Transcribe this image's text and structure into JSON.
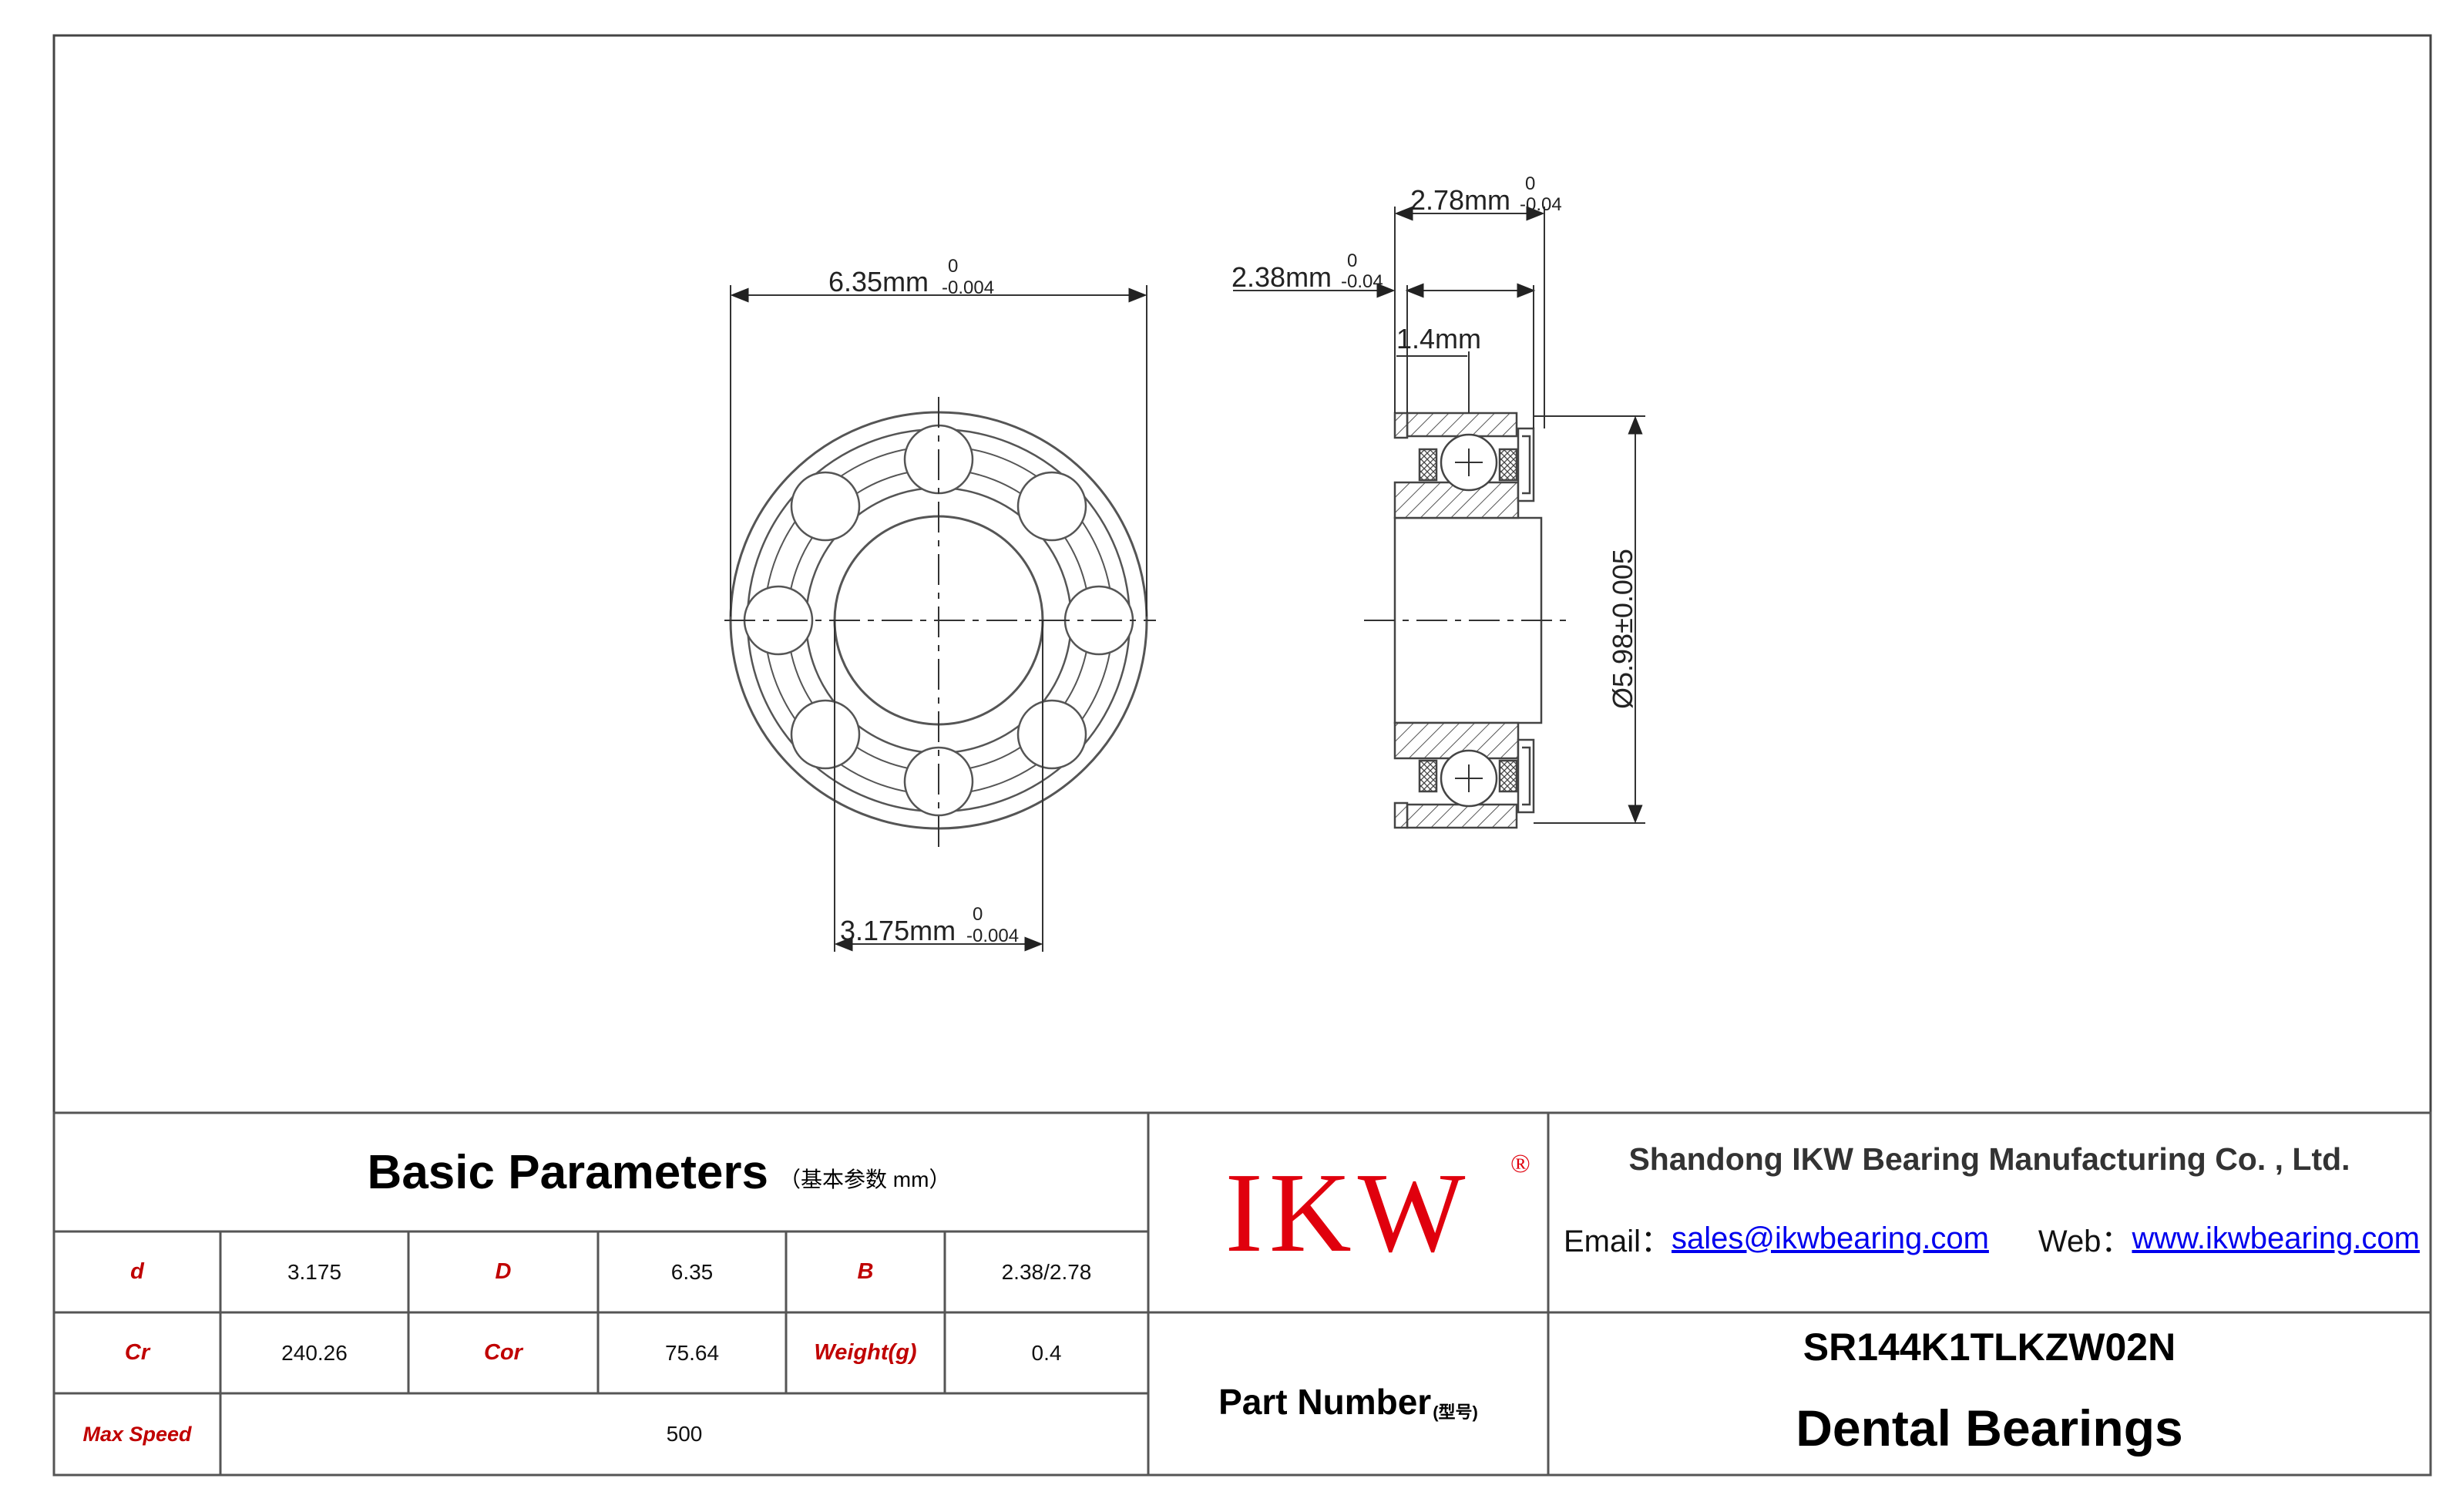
{
  "drawing": {
    "outer_diameter_dim": {
      "value": "6.35mm",
      "upper_tol": "0",
      "lower_tol": "-0.004"
    },
    "bore_dim": {
      "value": "3.175mm",
      "upper_tol": "0",
      "lower_tol": "-0.004"
    },
    "width_flange_dim": {
      "value": "2.78mm",
      "upper_tol": "0",
      "lower_tol": "-0.04"
    },
    "width_dim": {
      "value": "2.38mm",
      "upper_tol": "0",
      "lower_tol": "-0.04"
    },
    "flange_thickness_dim": {
      "value": "1.4mm"
    },
    "flange_diameter_dim": {
      "value": "Ø5.98±0.005"
    }
  },
  "title_block": {
    "basic_params": {
      "title": "Basic Parameters",
      "subtitle": "（基本参数 mm）"
    },
    "params": {
      "d_label": "d",
      "d_value": "3.175",
      "D_label": "D",
      "D_value": "6.35",
      "B_label": "B",
      "B_value": "2.38/2.78",
      "Cr_label": "Cr",
      "Cr_value": "240.26",
      "Cor_label": "Cor",
      "Cor_value": "75.64",
      "weight_label": "Weight(g)",
      "weight_value": "0.4",
      "max_speed_label": "Max Speed",
      "max_speed_value": "500"
    },
    "logo": {
      "text": "IKW",
      "reg_mark": "®",
      "color": "#e0000d"
    },
    "company": {
      "name": "Shandong IKW Bearing Manufacturing Co. , Ltd.",
      "email_label": "Email：",
      "email": "sales@ikwbearing.com",
      "web_label": "Web：",
      "web": "www.ikwbearing.com"
    },
    "part_number": {
      "label": "Part Number",
      "label_sub": "(型号)",
      "value": "SR144K1TLKZW02N",
      "product": "Dental Bearings"
    }
  }
}
